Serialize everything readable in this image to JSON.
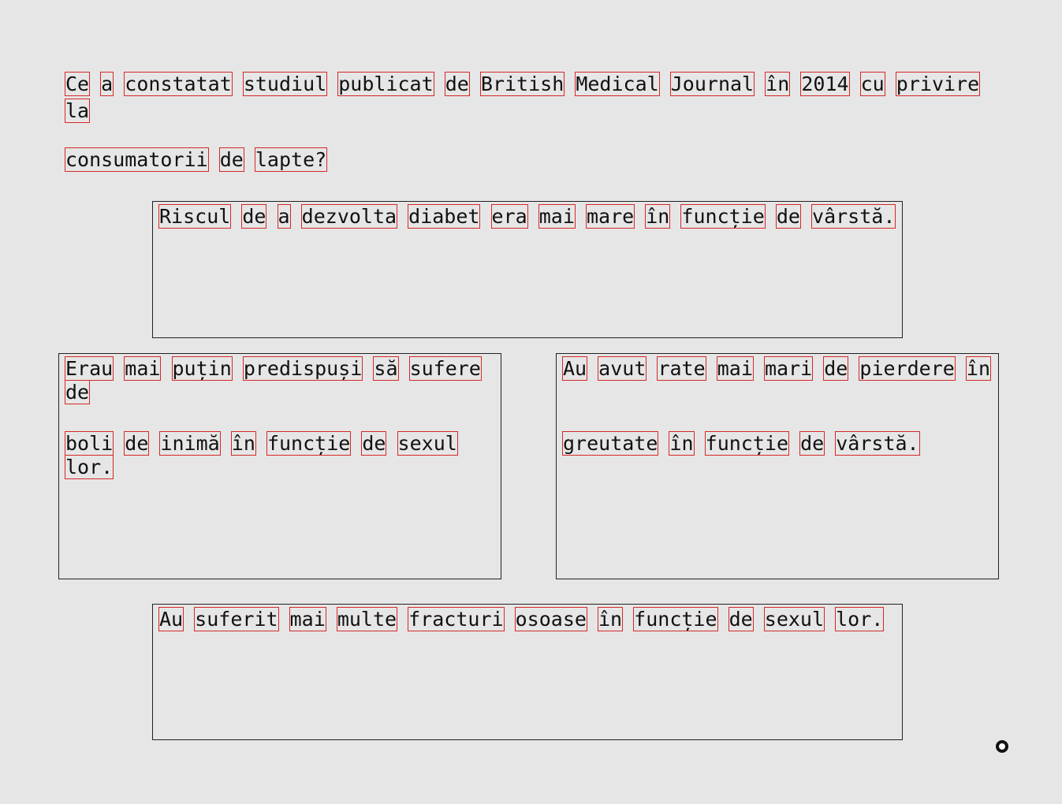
{
  "question": {
    "line1": "Ce a constatat studiul publicat de British Medical Journal în 2014 cu privire la",
    "line2": "consumatorii de lapte?"
  },
  "options": {
    "a": {
      "line1": "Riscul de a dezvolta diabet era mai mare în funcție de vârstă."
    },
    "b": {
      "line1": "Erau mai puțin predispuși să sufere de",
      "line2": "boli de inimă în funcție de sexul lor."
    },
    "c": {
      "line1": "Au avut rate mai mari de pierdere în",
      "line2": "greutate în funcție de vârstă."
    },
    "d": {
      "line1": "Au suferit mai multe fracturi osoase în funcție de sexul lor."
    }
  },
  "colors": {
    "background": "#e6e6e6",
    "border": "#222222",
    "word_outline": "#d62828"
  }
}
